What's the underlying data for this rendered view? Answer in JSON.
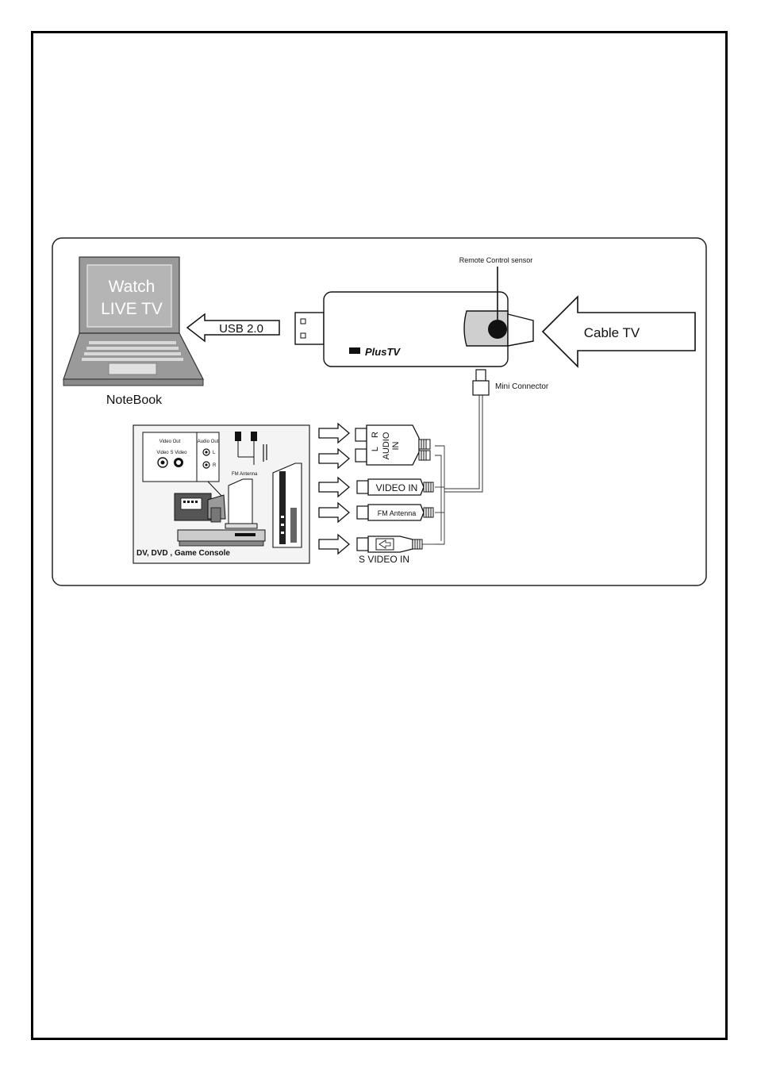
{
  "labels": {
    "remote_sensor": "Remote Control sensor",
    "mini_connector": "Mini Connector",
    "usb": "USB 2.0",
    "cable_tv": "Cable TV",
    "notebook": "NoteBook",
    "screen_line1": "Watch",
    "screen_line2": "LIVE TV",
    "brand": "PlusTV",
    "devices_caption": "DV, DVD , Game Console",
    "fm_antenna_device": "FM Antenna",
    "video_out": "Video Out",
    "audio_out": "Audio Out",
    "video": "Video",
    "s_video": "S Video",
    "l": "L",
    "r": "R",
    "audio_in_l": "L",
    "audio_in_r": "R",
    "audio_in": "AUDIO",
    "audio_in_2": "IN",
    "video_in": "VIDEO IN",
    "fm_antenna": "FM Antenna",
    "s_video_in": "S VIDEO IN"
  },
  "colors": {
    "laptop_gray": "#9a9a9a",
    "laptop_light": "#cfcfcf",
    "screen_text": "#ffffff",
    "outline": "#111111"
  }
}
